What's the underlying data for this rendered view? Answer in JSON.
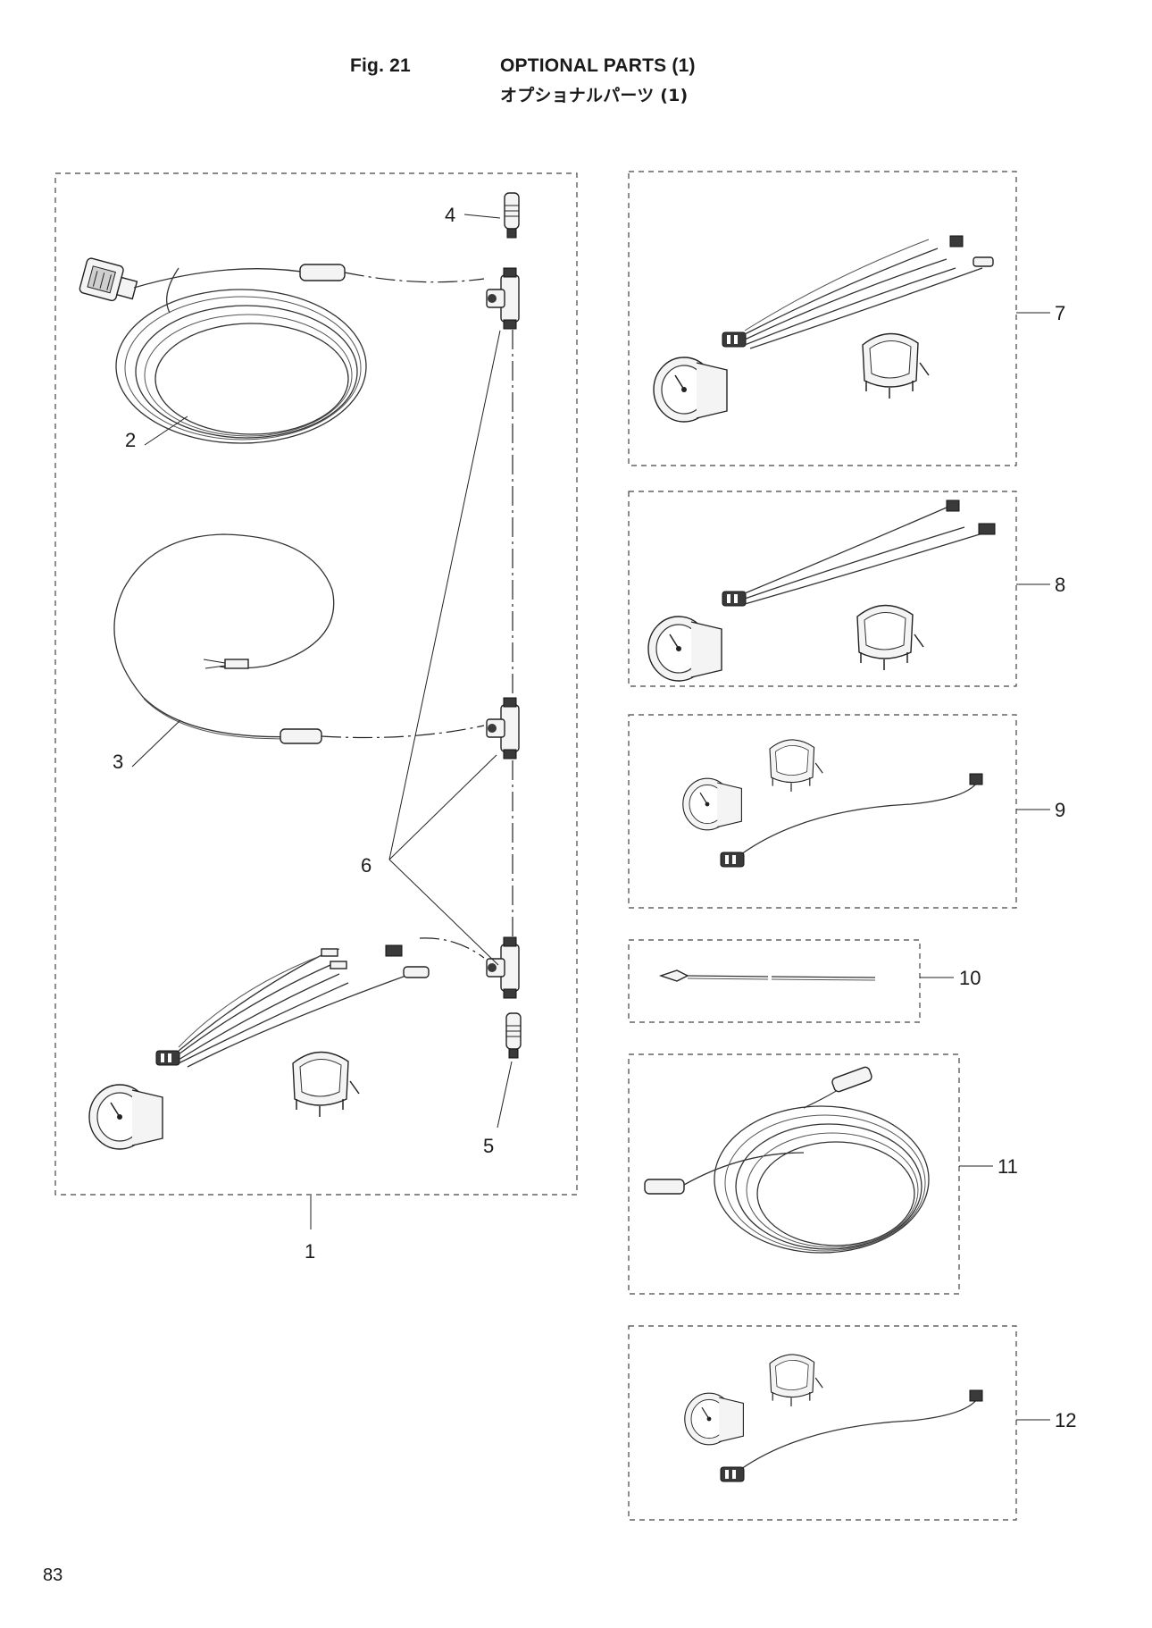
{
  "header": {
    "fig_label": "Fig. 21",
    "title_en": "OPTIONAL PARTS (1)",
    "title_jp": "オプショナルパーツ (1)"
  },
  "page_number": "83",
  "callouts": {
    "c1": "1",
    "c2": "2",
    "c3": "3",
    "c4": "4",
    "c5": "5",
    "c6": "6",
    "c7": "7",
    "c8": "8",
    "c9": "9",
    "c10": "10",
    "c11": "11",
    "c12": "12"
  },
  "icons": [
    "wiring-harness-icon",
    "gauge-icon",
    "mounting-bracket-icon",
    "t-connector-icon",
    "cable-coil-icon",
    "terminator-icon",
    "sensor-probe-icon"
  ]
}
